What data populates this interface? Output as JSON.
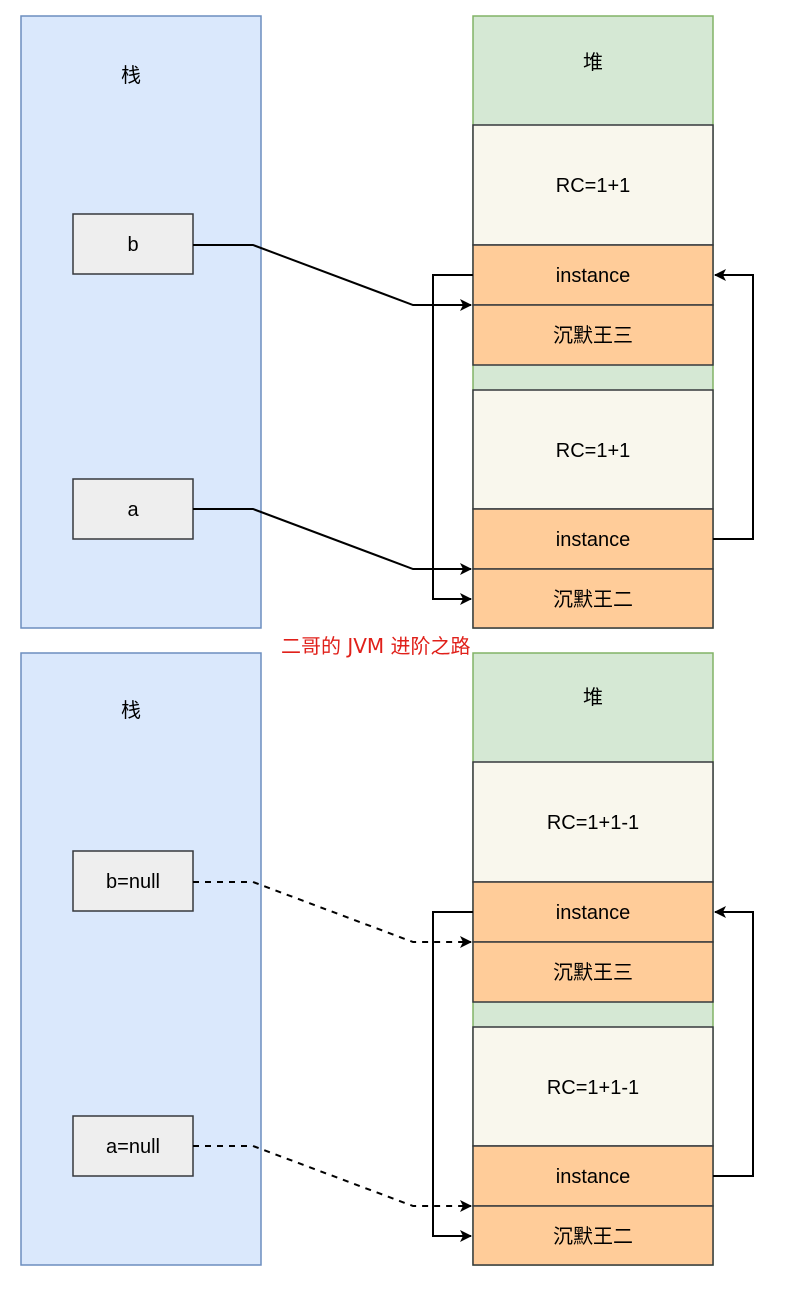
{
  "watermark": "二哥的 JVM 进阶之路",
  "colors": {
    "stack_fill": "#dae8fc",
    "stack_stroke": "#6c8ebf",
    "heap_fill": "#d5e8d4",
    "heap_stroke": "#82b366",
    "var_fill": "#eeeeee",
    "rc_fill": "#f9f7ed",
    "field_fill": "#ffcc99",
    "box_stroke": "#36393d",
    "watermark": "#e0201a"
  },
  "panels": [
    {
      "state": "before",
      "stack": {
        "label": "栈",
        "variables": [
          {
            "name": "b",
            "label": "b",
            "ref_style": "solid"
          },
          {
            "name": "a",
            "label": "a",
            "ref_style": "solid"
          }
        ]
      },
      "heap": {
        "label": "堆",
        "objects": [
          {
            "rc": "RC=1+1",
            "instance_label": "instance",
            "name": "沉默王三"
          },
          {
            "rc": "RC=1+1",
            "instance_label": "instance",
            "name": "沉默王二"
          }
        ]
      }
    },
    {
      "state": "after",
      "stack": {
        "label": "栈",
        "variables": [
          {
            "name": "b",
            "label": "b=null",
            "ref_style": "dashed"
          },
          {
            "name": "a",
            "label": "a=null",
            "ref_style": "dashed"
          }
        ]
      },
      "heap": {
        "label": "堆",
        "objects": [
          {
            "rc": "RC=1+1-1",
            "instance_label": "instance",
            "name": "沉默王三"
          },
          {
            "rc": "RC=1+1-1",
            "instance_label": "instance",
            "name": "沉默王二"
          }
        ]
      }
    }
  ]
}
